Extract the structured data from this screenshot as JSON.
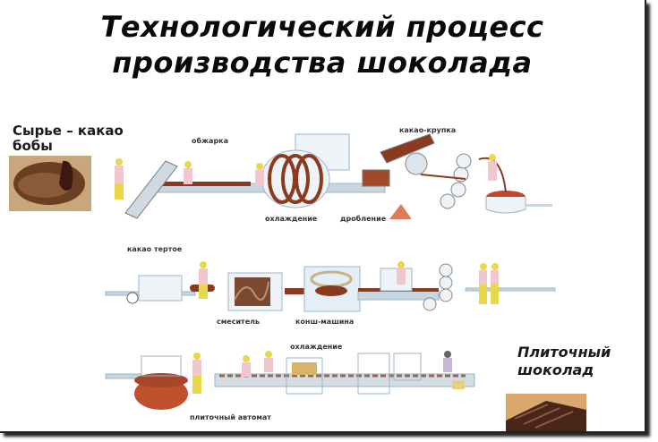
{
  "title": {
    "line1": "Технологический процесс",
    "line2": "производства шоколада"
  },
  "raw_material": {
    "label": "Сырье – какао бобы",
    "image": "cocoa-beans-sack-photo"
  },
  "final_product": {
    "label": "Плиточный шоколад",
    "image": "chocolate-bar-photo"
  },
  "stages": {
    "row1": {
      "roasting": "обжарка",
      "cooling": "охлаждение",
      "crushing": "дробление",
      "cocoa_nibs": "какао-крупка"
    },
    "row2": {
      "cocoa_liquor": "какао тертое",
      "mixer": "смеситель",
      "conche": "конш-машина"
    },
    "row3": {
      "cooling": "охлаждение",
      "molding": "плиточный автомат"
    }
  },
  "colors": {
    "title_text": "#0a0a0a",
    "chocolate": "#8b3a1f",
    "machine_outline": "#9bb4c8",
    "worker_yellow": "#e8d84a",
    "worker_pink": "#f2c6cf"
  }
}
